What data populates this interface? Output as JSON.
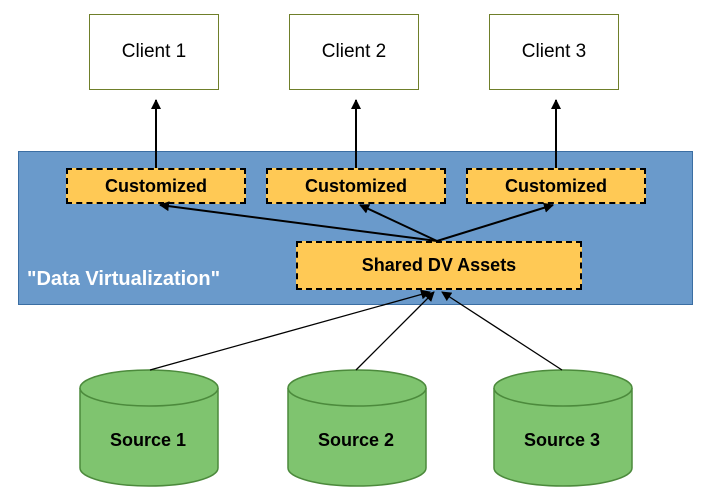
{
  "clients": [
    {
      "label": "Client 1"
    },
    {
      "label": "Client 2"
    },
    {
      "label": "Client 3"
    }
  ],
  "virtualization_layer": {
    "label": "\"Data Virtualization\"",
    "customized": [
      {
        "label": "Customized"
      },
      {
        "label": "Customized"
      },
      {
        "label": "Customized"
      }
    ],
    "shared_assets": {
      "label": "Shared DV Assets"
    }
  },
  "sources": [
    {
      "label": "Source 1"
    },
    {
      "label": "Source 2"
    },
    {
      "label": "Source 3"
    }
  ],
  "colors": {
    "layer_fill": "#6a9acb",
    "layer_border": "#3b6ea3",
    "asset_fill": "#ffc955",
    "source_fill": "#7fc46f",
    "source_stroke": "#4c8a3c",
    "client_border": "#6f7f2a"
  }
}
